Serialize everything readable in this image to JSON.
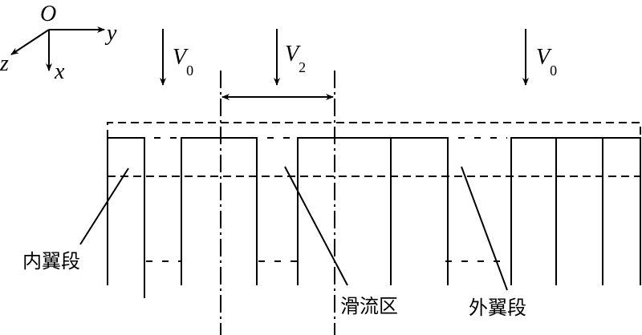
{
  "axes": {
    "origin": "O",
    "y": "y",
    "x": "x",
    "z": "z"
  },
  "velocities": {
    "v0_left": "V",
    "v0_left_sub": "0",
    "v2": "V",
    "v2_sub": "2",
    "v0_right": "V",
    "v0_right_sub": "0"
  },
  "labels": {
    "inner_wing": "内翼段",
    "slipstream": "滑流区",
    "outer_wing": "外翼段"
  }
}
